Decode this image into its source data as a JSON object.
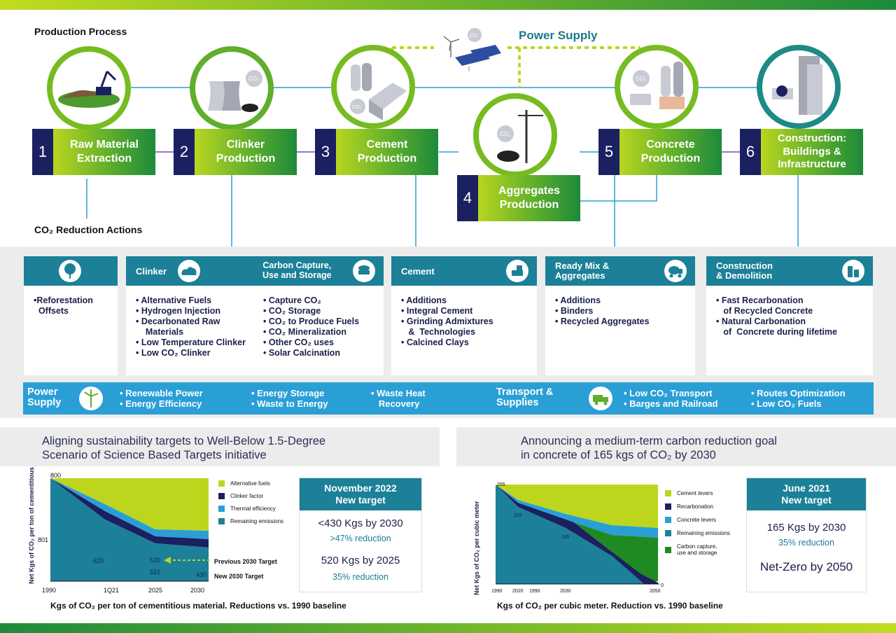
{
  "header": {
    "production_process": "Production Process",
    "power_supply": "Power Supply",
    "reduction_actions": "CO₂ Reduction Actions"
  },
  "steps": [
    {
      "num": "1",
      "label": "Raw Material\nExtraction"
    },
    {
      "num": "2",
      "label": "Clinker\nProduction"
    },
    {
      "num": "3",
      "label": "Cement\nProduction"
    },
    {
      "num": "4",
      "label": "Aggregates\nProduction"
    },
    {
      "num": "5",
      "label": "Concrete\nProduction"
    },
    {
      "num": "6",
      "label": "Construction:\nBuildings &\nInfrastructure"
    }
  ],
  "cards": {
    "offsets": {
      "items": [
        "•Reforestation\n  Offsets"
      ]
    },
    "clinker": {
      "title": "Clinker",
      "title2": "Carbon Capture,\nUse and Storage",
      "items": [
        "• Alternative Fuels",
        "• Hydrogen Injection",
        "• Decarbonated Raw\n    Materials",
        "• Low Temperature Clinker",
        "• Low CO₂ Clinker"
      ],
      "items2": [
        "• Capture CO₂",
        "• CO₂ Storage",
        "• CO₂ to Produce Fuels",
        "• CO₂ Mineralization",
        "• Other CO₂ uses",
        "• Solar Calcination"
      ]
    },
    "cement": {
      "title": "Cement",
      "items": [
        "• Additions",
        "• Integral Cement",
        "• Grinding Admixtures\n   &  Technologies",
        "• Calcined Clays"
      ]
    },
    "readymix": {
      "title": "Ready Mix &\nAggregates",
      "items": [
        "• Additions",
        "• Binders",
        "• Recycled Aggregates"
      ]
    },
    "construction": {
      "title": "Construction\n& Demolition",
      "items": [
        "• Fast Recarbonation\n   of Recycled Concrete",
        "• Natural Carbonation\n   of  Concrete during lifetime"
      ]
    }
  },
  "powerbar": {
    "title": "Power\nSupply",
    "c1": "• Renewable Power\n• Energy Efficiency",
    "c2": "• Energy Storage\n• Waste to Energy",
    "c3": "• Waste Heat\n   Recovery",
    "title2": "Transport &\nSupplies",
    "c4": "• Low CO₂ Transport\n• Barges and Railroad",
    "c5": "• Routes Optimization\n• Low CO₂ Fuels"
  },
  "left_section": {
    "subtitle": "Aligning sustainability targets to Well-Below 1.5-Degree\nScenario of Science Based Targets initiative",
    "caption": "Kgs of CO₂ per ton of cementitious material. Reductions vs. 1990 baseline",
    "ylabel": "Net Kgs of CO₂ per ton of cementitious",
    "target_card": {
      "header": "November 2022\nNew target",
      "line1": "<430 Kgs by 2030",
      "line2": ">47% reduction",
      "line3": "520 Kgs by 2025",
      "line4": "35% reduction"
    },
    "annotations": {
      "prev": "Previous 2030 Target",
      "new": "New 2030 Target"
    }
  },
  "right_section": {
    "subtitle": "Announcing a medium-term carbon reduction goal\nin concrete of 165 kgs of CO₂ by 2030",
    "caption": "Kgs of CO₂ per cubic meter. Reduction vs. 1990 baseline",
    "ylabel": "Net Kgs of CO₂ per cubic meter",
    "target_card": {
      "header": "June 2021\nNew target",
      "line1": "165 Kgs by 2030",
      "line2": "35% reduction",
      "line3": "Net-Zero by 2050"
    }
  },
  "chart_data": [
    {
      "type": "area",
      "x_tick_labels": [
        "1990",
        "1Q21",
        "2025",
        "2030"
      ],
      "y_tick_labels": [
        "800",
        "801"
      ],
      "data_labels": [
        "620",
        "520",
        "522",
        "430"
      ],
      "series": [
        {
          "name": "Alternative fuels",
          "color": "#bdd61d"
        },
        {
          "name": "Clinker factor",
          "color": "#1b2060"
        },
        {
          "name": "Thermal efficiency",
          "color": "#2a9fd6"
        },
        {
          "name": "Remaining emissions",
          "color": "#1b8098"
        }
      ],
      "ylim": [
        0,
        800
      ]
    },
    {
      "type": "area",
      "x_tick_labels": [
        "1990",
        "2020",
        "1990",
        "2030",
        "2050"
      ],
      "y_tick_labels": [
        "255",
        "0"
      ],
      "data_labels": [
        "215",
        "165"
      ],
      "series": [
        {
          "name": "Cement levers",
          "color": "#bdd61d"
        },
        {
          "name": "Recarbonation",
          "color": "#1b2060"
        },
        {
          "name": "Concrete levers",
          "color": "#2a9fd6"
        },
        {
          "name": "Remaining emissions",
          "color": "#1b8098"
        },
        {
          "name": "Carbon capture,\nuse and storage",
          "color": "#1f8a22"
        }
      ],
      "ylim": [
        0,
        255
      ]
    }
  ]
}
